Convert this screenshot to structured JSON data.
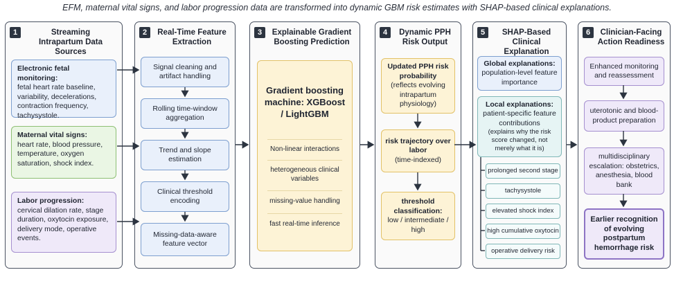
{
  "caption": "EFM, maternal vital signs, and labor progression data are transformed into dynamic GBM risk estimates with SHAP-based clinical explanations.",
  "panels": [
    {
      "num": "1",
      "title": "Streaming\nIntrapartum Data Sources",
      "boxes": [
        {
          "head": "Electronic fetal monitoring:",
          "body": "fetal heart rate baseline, variability, decelerations, contraction frequency, tachysystole."
        },
        {
          "head": "Maternal vital signs:",
          "body": "heart rate, blood pressure, temperature, oxygen saturation, shock index."
        },
        {
          "head": "Labor progression:",
          "body": "cervical dilation rate, stage duration, oxytocin exposure, delivery mode, operative events."
        }
      ]
    },
    {
      "num": "2",
      "title": "Real-Time Feature\nExtraction",
      "boxes": [
        "Signal cleaning and artifact handling",
        "Rolling time-window aggregation",
        "Trend and slope estimation",
        "Clinical threshold encoding",
        "Missing-data-aware feature vector"
      ]
    },
    {
      "num": "3",
      "title": "Explainable Gradient\nBoosting Prediction",
      "model": "Gradient boosting machine: XGBoost / LightGBM",
      "items": [
        "Non-linear interactions",
        "heterogeneous clinical variables",
        "missing-value handling",
        "fast real-time inference"
      ]
    },
    {
      "num": "4",
      "title": "Dynamic PPH\nRisk Output",
      "boxes": [
        {
          "head": "Updated PPH risk probability",
          "body": "(reflects evolving intrapartum physiology)"
        },
        {
          "head": "risk trajectory over labor",
          "body": "(time-indexed)"
        },
        {
          "head": "threshold classification:",
          "body": "low / intermediate / high"
        }
      ]
    },
    {
      "num": "5",
      "title": "SHAP-Based\nClinical Explanation",
      "global": {
        "head": "Global explanations:",
        "body": "population-level feature importance"
      },
      "local": {
        "head": "Local explanations:",
        "body": "patient-specific feature contributions",
        "note": "(explains why the risk score changed, not merely what it is)"
      },
      "tags": [
        "prolonged second stage",
        "tachysystole",
        "elevated shock index",
        "high cumulative oxytocin",
        "operative delivery risk"
      ]
    },
    {
      "num": "6",
      "title": "Clinician-Facing\nAction Readiness",
      "boxes": [
        "Enhanced monitoring and reassessment",
        "uterotonic and blood-product preparation",
        "multidisciplinary escalation: obstetrics, anesthesia, blood bank",
        "Earlier recognition of evolving postpartum hemorrhage risk"
      ]
    }
  ]
}
